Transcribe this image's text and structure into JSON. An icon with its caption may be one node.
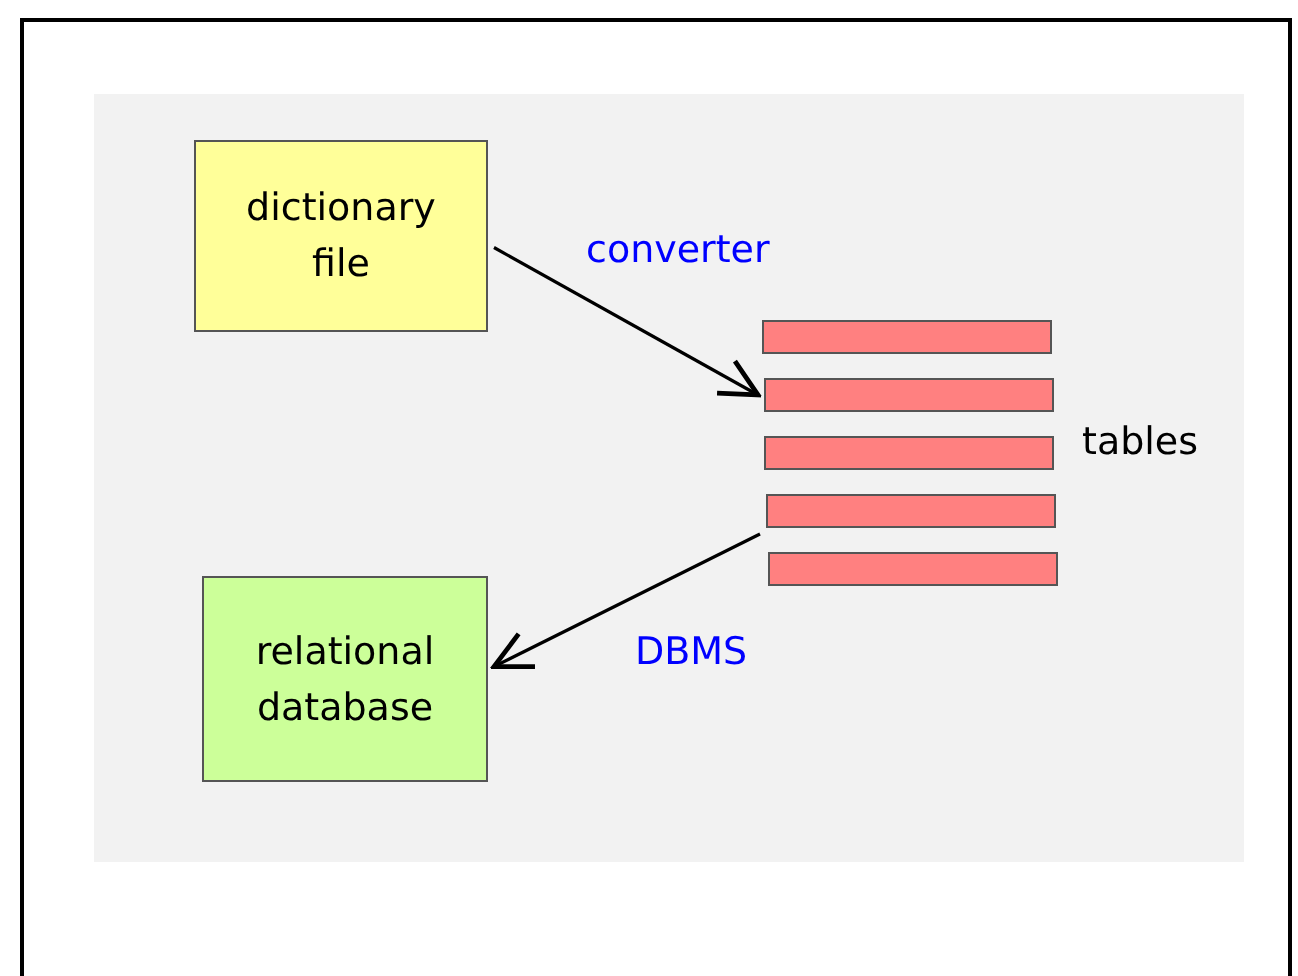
{
  "diagram": {
    "nodes": [
      {
        "text": [
          "dictionary file"
        ]
      },
      {
        "text": [],
        "shape": "bar"
      },
      {
        "text": [],
        "shape": "bar"
      },
      {
        "text": [],
        "shape": "bar"
      },
      {
        "text": [],
        "shape": "bar"
      },
      {
        "text": [],
        "shape": "bar"
      },
      {
        "text": [
          "relational database"
        ]
      }
    ],
    "edges": [
      {
        "from": 0,
        "to": 2,
        "arrow": "to",
        "label": "converter",
        "color": "#000000"
      },
      {
        "from": 4,
        "to": 6,
        "arrow": "to",
        "label": "DBMS",
        "color": "#000000"
      }
    ],
    "labels": [
      "tables"
    ]
  }
}
